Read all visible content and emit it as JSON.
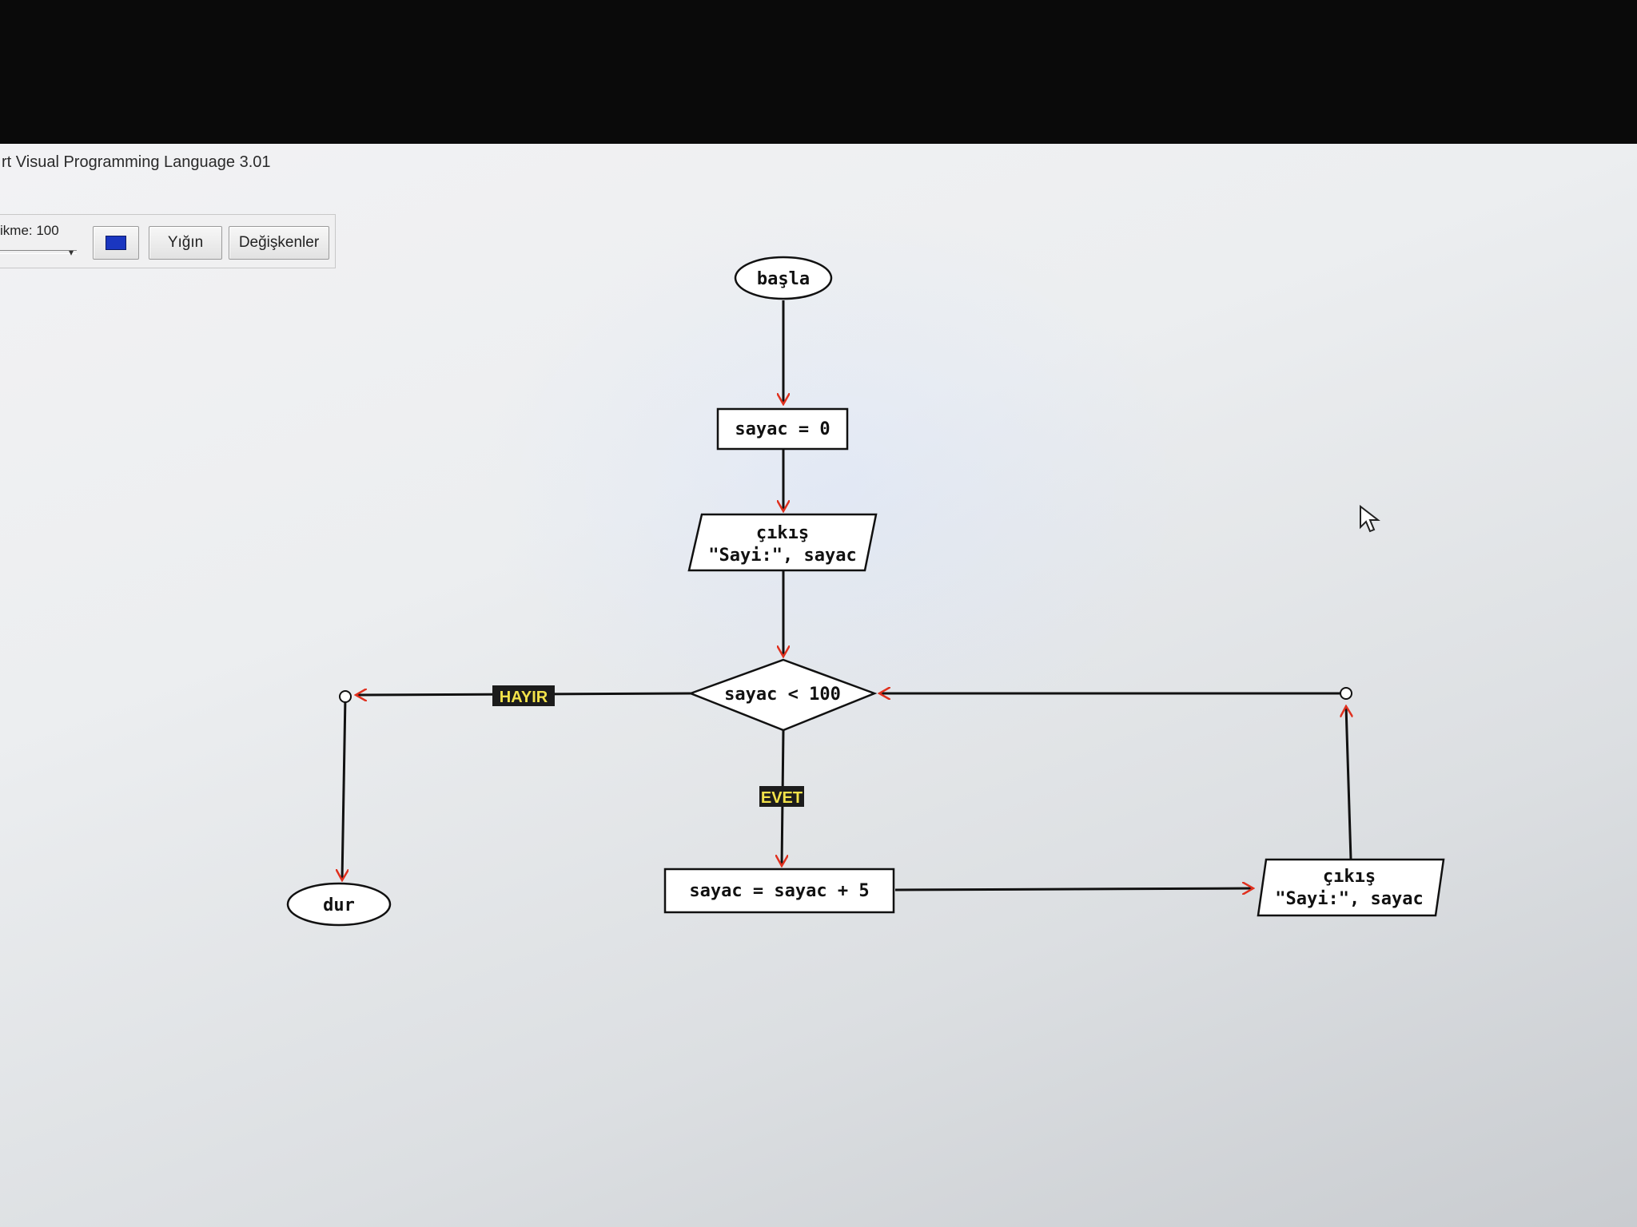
{
  "window": {
    "title": "rt Visual Programming Language 3.01"
  },
  "toolbar": {
    "speed_label": "ikme: 100",
    "stack_label": "Yığın",
    "variables_label": "Değişkenler",
    "color_swatch": "#1a36c0"
  },
  "flowchart": {
    "start": "başla",
    "assign_init": "sayac = 0",
    "output1_line1": "çıkış",
    "output1_line2": "\"Sayi:\", sayac",
    "decision": "sayac < 100",
    "no_label": "HAYIR",
    "yes_label": "EVET",
    "assign_inc": "sayac = sayac + 5",
    "output2_line1": "çıkış",
    "output2_line2": "\"Sayi:\", sayac",
    "end": "dur"
  },
  "colors": {
    "arrowhead": "#e0301e",
    "label_bg": "#1c1c1c",
    "label_text": "#f2e24a",
    "line": "#111111"
  }
}
